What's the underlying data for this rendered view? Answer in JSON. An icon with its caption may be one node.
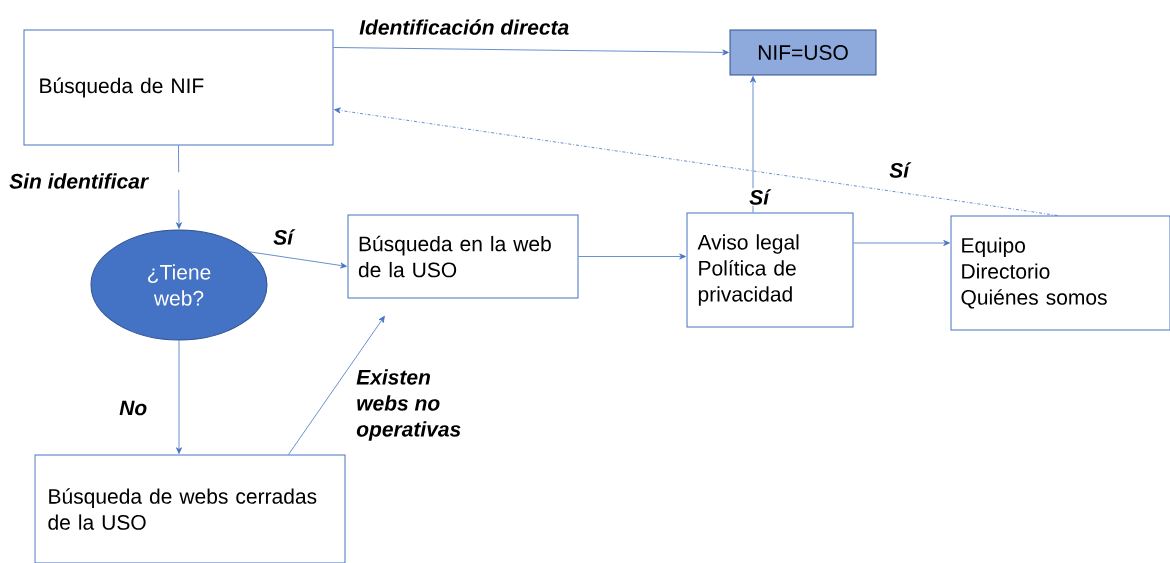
{
  "diagram": {
    "nodes": [
      {
        "text": [
          "Búsqueda de NIF"
        ]
      },
      {
        "text": [
          "NIF=USO"
        ]
      },
      {
        "text": [
          "¿Tiene web?"
        ]
      },
      {
        "text": [
          "Búsqueda en la web de la USO"
        ]
      },
      {
        "text": [
          "Aviso legal",
          "Política de privacidad"
        ]
      },
      {
        "text": [
          "Equipo",
          "Directorio",
          "Quiénes somos"
        ]
      },
      {
        "text": [
          "Búsqueda de webs cerradas de la USO"
        ]
      }
    ],
    "edges": [
      {
        "from": 0,
        "to": 1,
        "arrow": "to",
        "label": "Identificación directa"
      },
      {
        "from": 5,
        "to": 0,
        "arrow": "to",
        "label": "Sí",
        "style": "dashed"
      },
      {
        "from": 0,
        "to": 2,
        "arrow": "to",
        "label": "Sin identificar"
      },
      {
        "from": 2,
        "to": 3,
        "arrow": "to",
        "label": "Sí"
      },
      {
        "from": 2,
        "to": 6,
        "arrow": "to",
        "label": "No"
      },
      {
        "from": 6,
        "to": 3,
        "arrow": "to",
        "label": "Existen webs no operativas"
      },
      {
        "from": 3,
        "to": 4,
        "arrow": "to"
      },
      {
        "from": 4,
        "to": 1,
        "arrow": "to",
        "label": "Sí"
      },
      {
        "from": 4,
        "to": 5,
        "arrow": "to"
      }
    ]
  }
}
